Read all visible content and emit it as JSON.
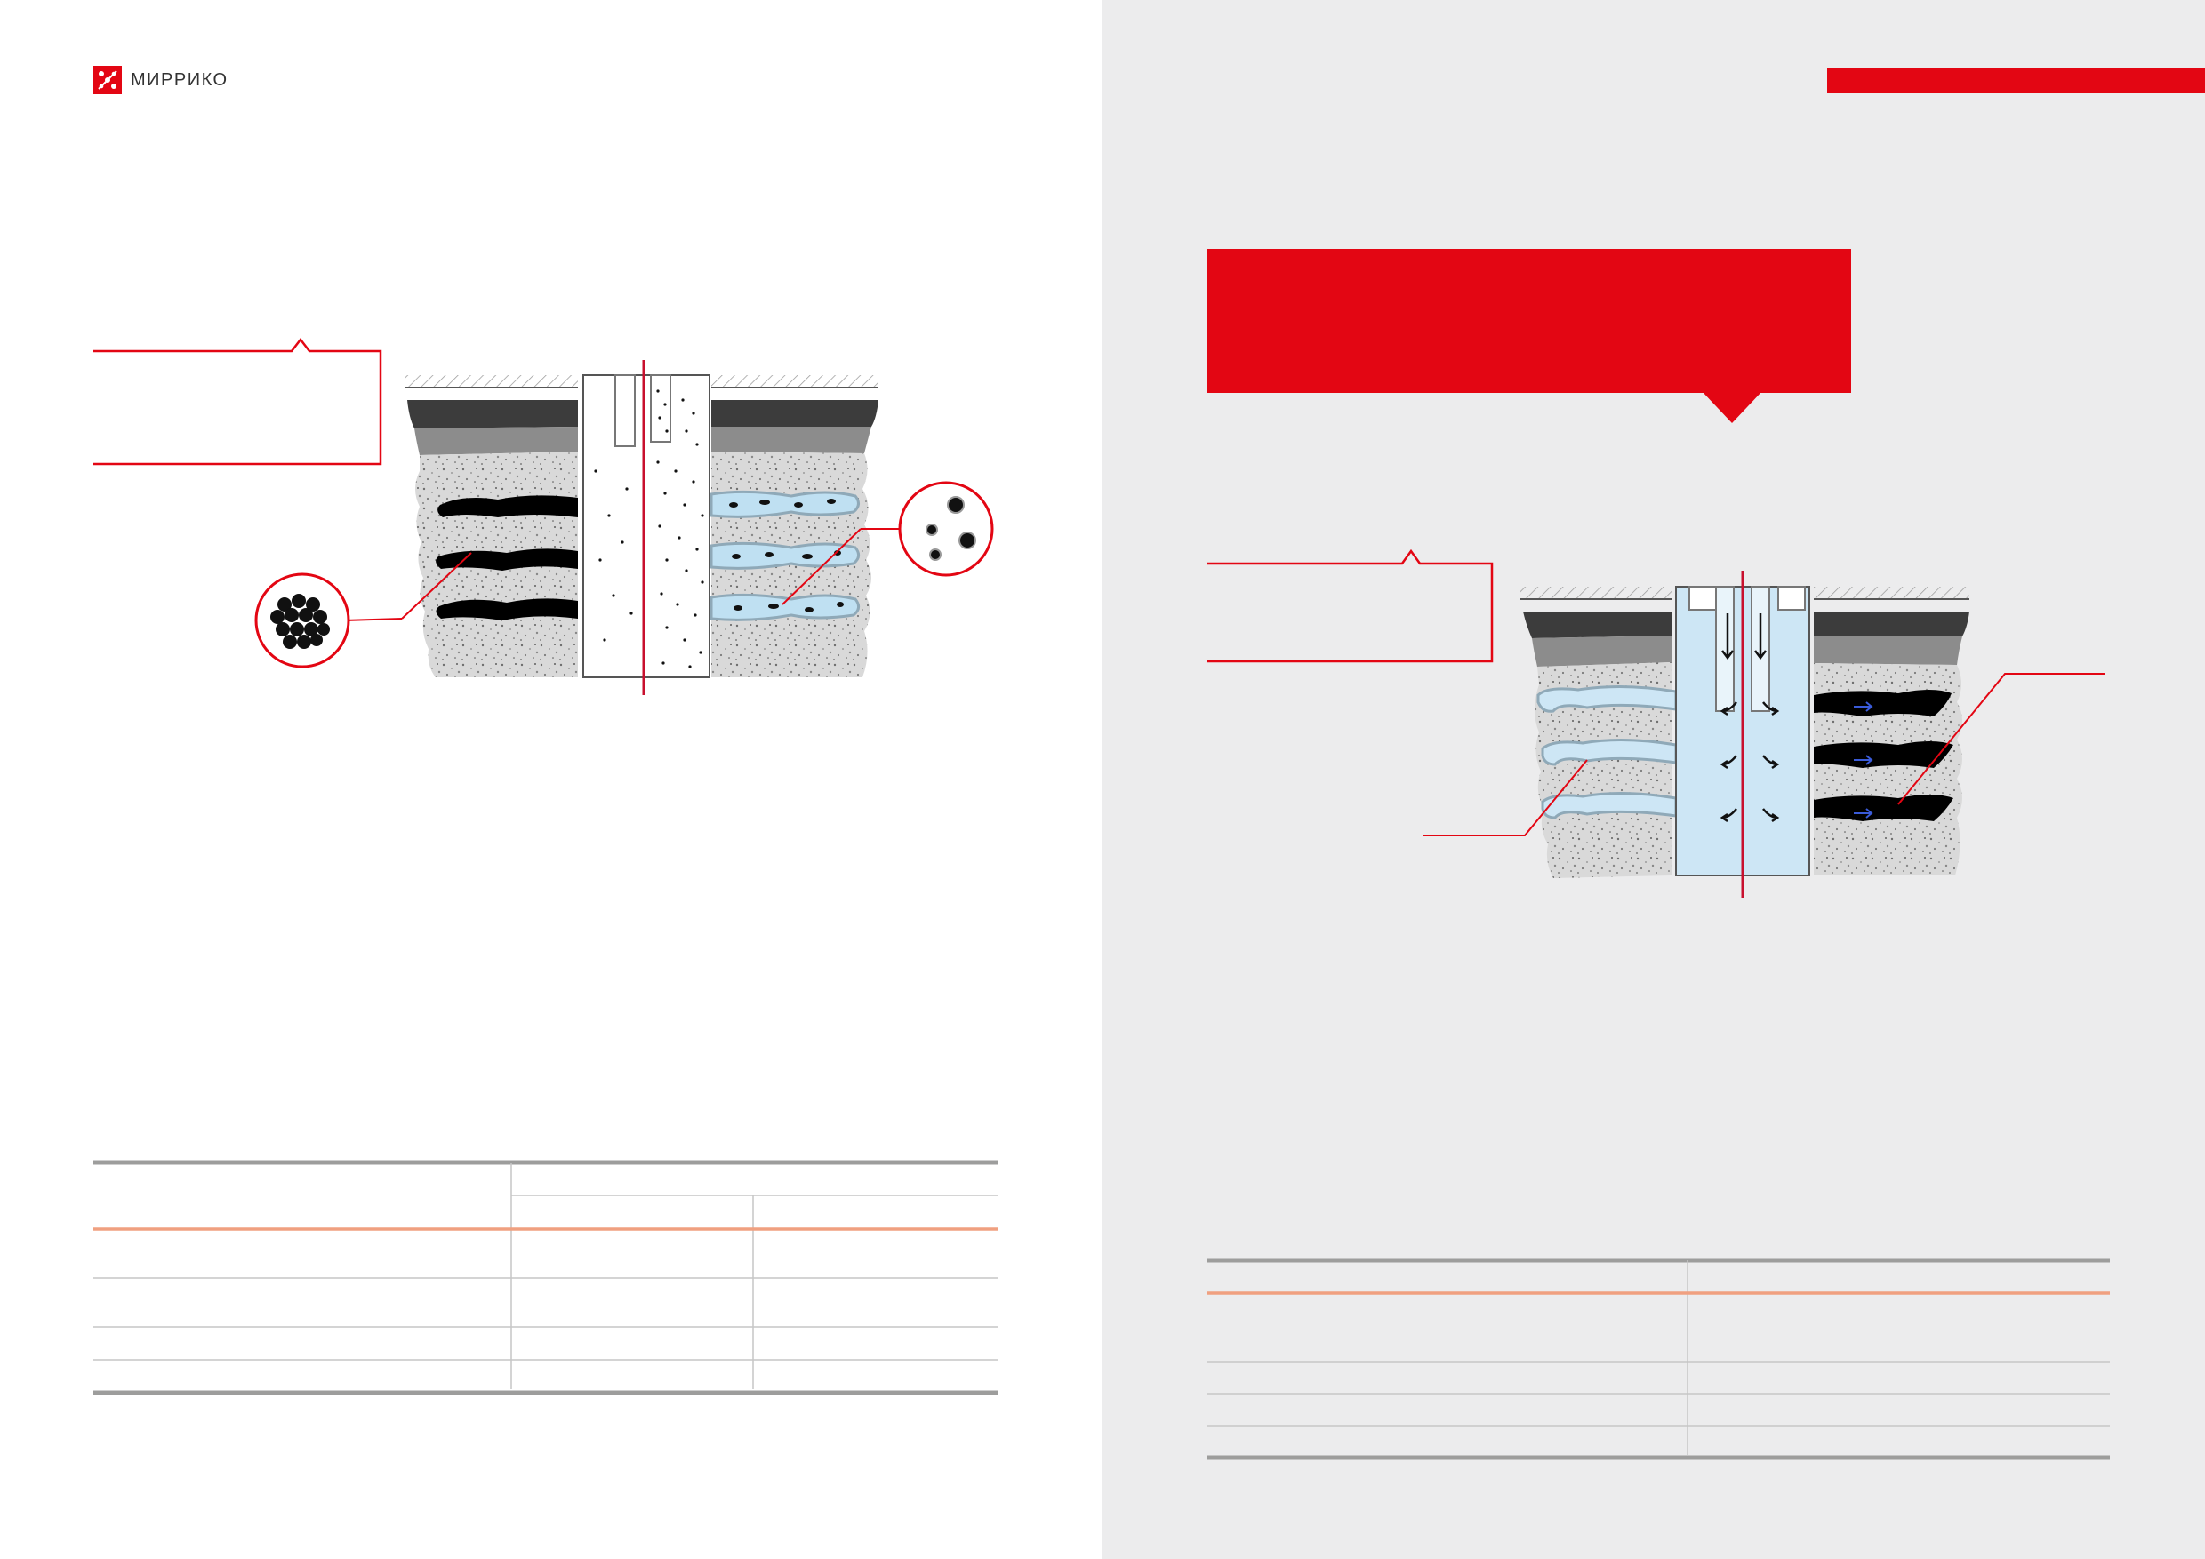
{
  "brand": {
    "name": "МИРРИКО",
    "accent_color": "#e30613",
    "logo_icon": "mirriko-logo-icon"
  },
  "left_page": {
    "diagram": {
      "icons": [
        "soil-strata-diagram",
        "particle-cluster-icon",
        "dispersed-particles-icon"
      ]
    },
    "table": {
      "columns": 3,
      "header_rows": 2,
      "body_rows": 4
    }
  },
  "right_page": {
    "diagram": {
      "icons": [
        "flow-arrows-icon",
        "cleaned-fracture-icon"
      ]
    },
    "table": {
      "columns": 2,
      "header_rows": 1,
      "body_rows": 4
    }
  },
  "colors": {
    "accent": "#e30613",
    "table_rule": "#9d9d9c",
    "table_header_rule": "#f0a080",
    "water": "#cde6f5",
    "rock": "#d9d9d9",
    "dark_layer": "#3c3c3c"
  }
}
